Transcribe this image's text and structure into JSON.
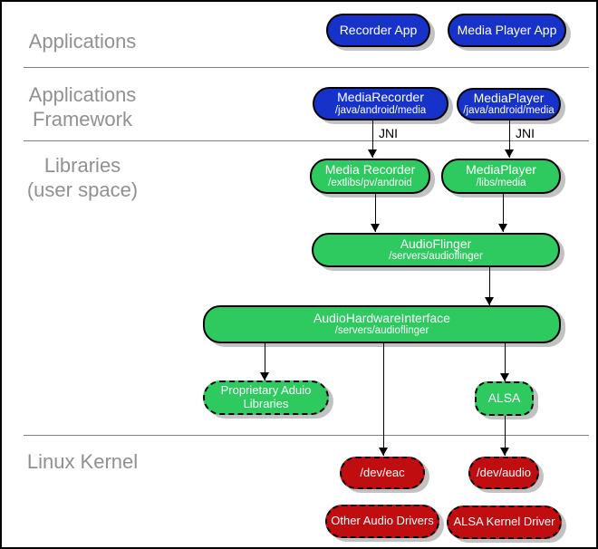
{
  "sections": {
    "applications": "Applications",
    "framework_line1": "Applications",
    "framework_line2": "Framework",
    "libraries_line1": "Libraries",
    "libraries_line2": "(user space)",
    "linux_kernel": "Linux Kernel"
  },
  "jni_label": "JNI",
  "nodes": {
    "recorder_app": {
      "title": "Recorder App"
    },
    "media_player_app": {
      "title": "Media Player App"
    },
    "media_recorder_fw": {
      "title": "MediaRecorder",
      "path": "/java/android/media"
    },
    "media_player_fw": {
      "title": "MediaPlayer",
      "path": "/java/android/media"
    },
    "media_recorder_lib": {
      "title": "Media Recorder",
      "path": "/extlibs/pv/android"
    },
    "media_player_lib": {
      "title": "MediaPlayer",
      "path": "/libs/media"
    },
    "audioflinger": {
      "title": "AudioFlinger",
      "path": "/servers/audioflinger"
    },
    "audio_hw": {
      "title": "AudioHardwareInterface",
      "path": "/servers/audioflinger"
    },
    "proprietary": {
      "line1": "Proprietary Aduio",
      "line2": "Libraries"
    },
    "alsa": {
      "title": "ALSA"
    },
    "dev_eac": {
      "title": "/dev/eac"
    },
    "dev_audio": {
      "title": "/dev/audio"
    },
    "other_drivers": {
      "title": "Other Audio Drivers"
    },
    "alsa_kernel": {
      "title": "ALSA Kernel Driver"
    }
  },
  "colors": {
    "blue": "#1632c8",
    "green": "#2eca60",
    "red": "#bf0d10",
    "shadow": "#c2c2c2",
    "label_gray": "#919191",
    "line_gray": "#808080"
  }
}
